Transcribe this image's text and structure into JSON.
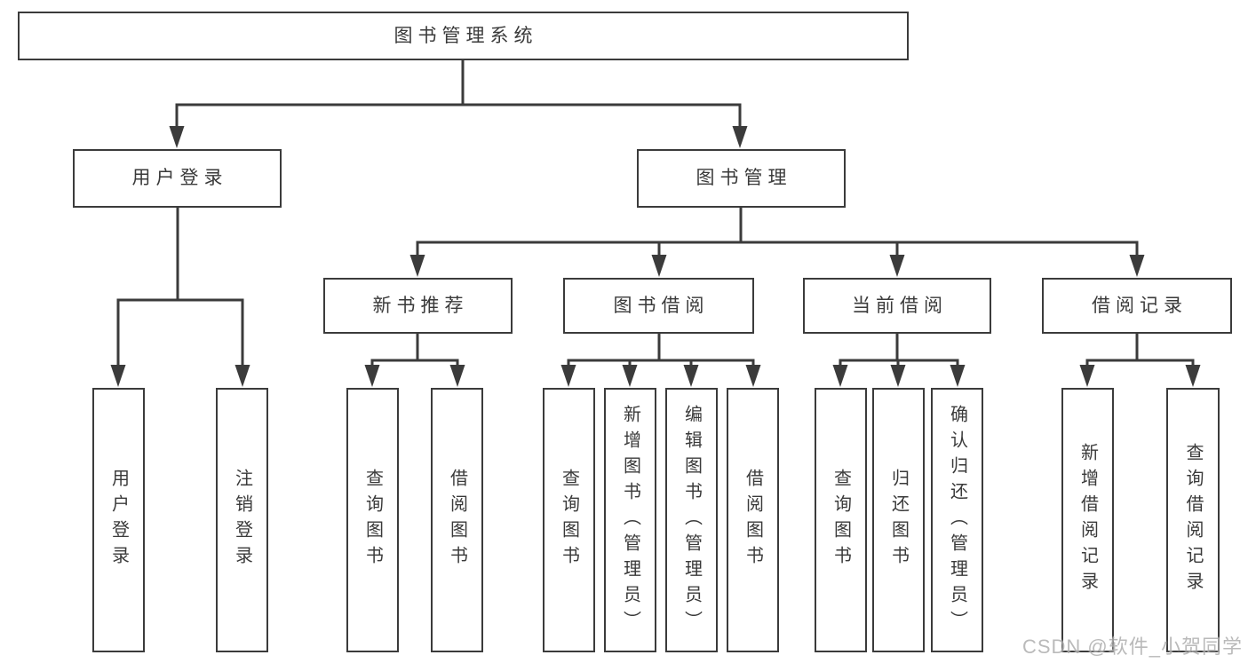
{
  "watermark": "CSDN @软件_小贺同学",
  "colors": {
    "line": "#3b3b3b",
    "box_border": "#3b3b3b",
    "box_fill": "#ffffff",
    "text": "#3a3a3a",
    "watermark": "#aeaeae"
  },
  "tree": {
    "label": "图书管理系统",
    "children": [
      {
        "label": "用户登录",
        "children": [
          {
            "label": "用户登录"
          },
          {
            "label": "注销登录"
          }
        ]
      },
      {
        "label": "图书管理",
        "children": [
          {
            "label": "新书推荐",
            "children": [
              {
                "label": "查询图书"
              },
              {
                "label": "借阅图书"
              }
            ]
          },
          {
            "label": "图书借阅",
            "children": [
              {
                "label": "查询图书"
              },
              {
                "label": "新增图书（管理员）"
              },
              {
                "label": "编辑图书（管理员）"
              },
              {
                "label": "借阅图书"
              }
            ]
          },
          {
            "label": "当前借阅",
            "children": [
              {
                "label": "查询图书"
              },
              {
                "label": "归还图书"
              },
              {
                "label": "确认归还（管理员）"
              }
            ]
          },
          {
            "label": "借阅记录",
            "children": [
              {
                "label": "新增借阅记录"
              },
              {
                "label": "查询借阅记录"
              }
            ]
          }
        ]
      }
    ]
  }
}
